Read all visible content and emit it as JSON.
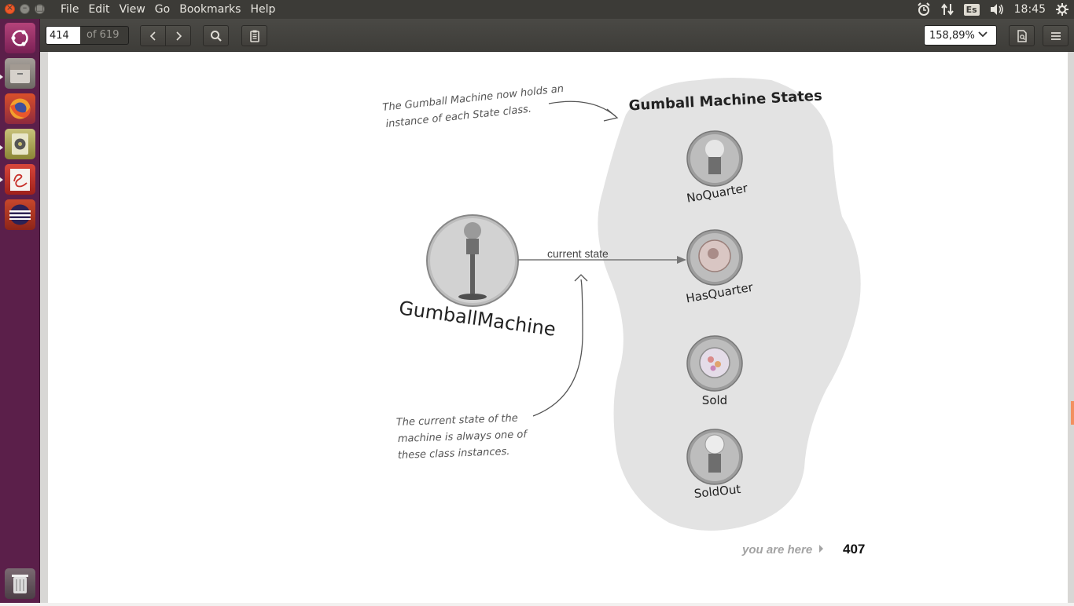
{
  "menubar": {
    "menus": [
      "File",
      "Edit",
      "View",
      "Go",
      "Bookmarks",
      "Help"
    ],
    "keyboard_layout": "Es",
    "clock": "18:45"
  },
  "toolbar": {
    "page_current": "414",
    "page_of": "of 619",
    "zoom": "158,89%"
  },
  "launcher": {
    "items": [
      "ubuntu-dash-icon",
      "files-icon",
      "firefox-icon",
      "audio-player-icon",
      "document-reader-icon",
      "eclipse-icon",
      "trash-icon"
    ]
  },
  "document": {
    "annotation_top": [
      "The Gumball Machine now holds an",
      "instance of each State class."
    ],
    "states_title": "Gumball Machine States",
    "main_label": "GumballMachine",
    "arrow_label": "current state",
    "states": [
      "NoQuarter",
      "HasQuarter",
      "Sold",
      "SoldOut"
    ],
    "annotation_bottom": [
      "The current state of the",
      "machine is always one of",
      "these class instances."
    ],
    "footer_hint": "you are here",
    "page_number": "407"
  },
  "colors": {
    "menubar_bg": "#3c3b37",
    "launcher_bg": "#5b1f4a",
    "toolbar_bg": "#45443f",
    "blob_bg": "#e3e3e3",
    "close_btn": "#ef5a29"
  }
}
